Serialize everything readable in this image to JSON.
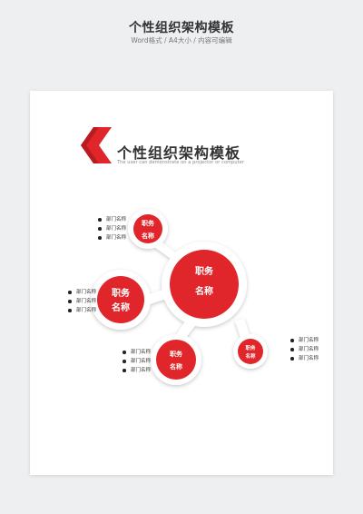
{
  "header": {
    "title": "个性组织架构模板",
    "subtitle": "Word格式 / A4大小 / 内容可编辑"
  },
  "document": {
    "title": "个性组织架构模板",
    "caption": "The user can demonstrate on a projector or computer"
  },
  "nodes": {
    "center": {
      "line1": "职务",
      "line2": "名称"
    },
    "top": {
      "line1": "职务",
      "line2": "名称"
    },
    "left": {
      "line1": "职务",
      "line2": "名称"
    },
    "bottom": {
      "line1": "职务",
      "line2": "名称"
    },
    "right": {
      "line1": "职务",
      "line2": "名称"
    }
  },
  "lists": {
    "top": [
      "部门名称",
      "部门名称",
      "部门名称"
    ],
    "left": [
      "部门名称",
      "部门名称",
      "部门名称"
    ],
    "bottom": [
      "部门名称",
      "部门名称",
      "部门名称"
    ],
    "right": [
      "部门名称",
      "部门名称",
      "部门名称"
    ]
  },
  "colors": {
    "accent": "#e0262b",
    "background": "#eeeff1",
    "paper": "#ffffff"
  }
}
